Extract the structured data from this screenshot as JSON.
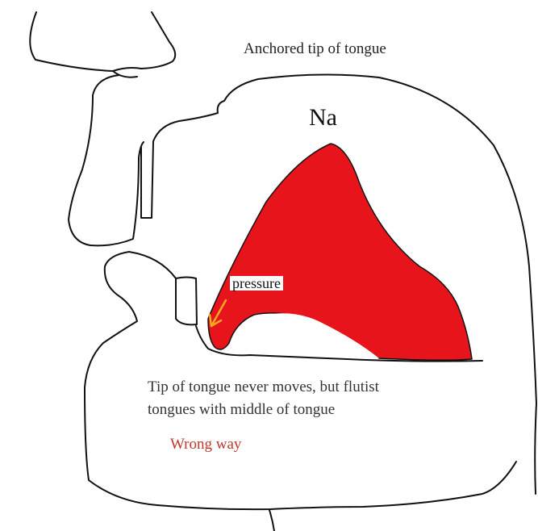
{
  "labels": {
    "title": "Anchored tip of tongue",
    "sound": "Na",
    "pressure": "pressure",
    "note_line1": "Tip of tongue never moves, but flutist",
    "note_line2": "tongues with middle of tongue",
    "verdict": "Wrong way"
  },
  "colors": {
    "tongue_fill": "#e8141c",
    "outline": "#111111",
    "arrow": "#f5a623",
    "verdict_text": "#c0392b"
  }
}
